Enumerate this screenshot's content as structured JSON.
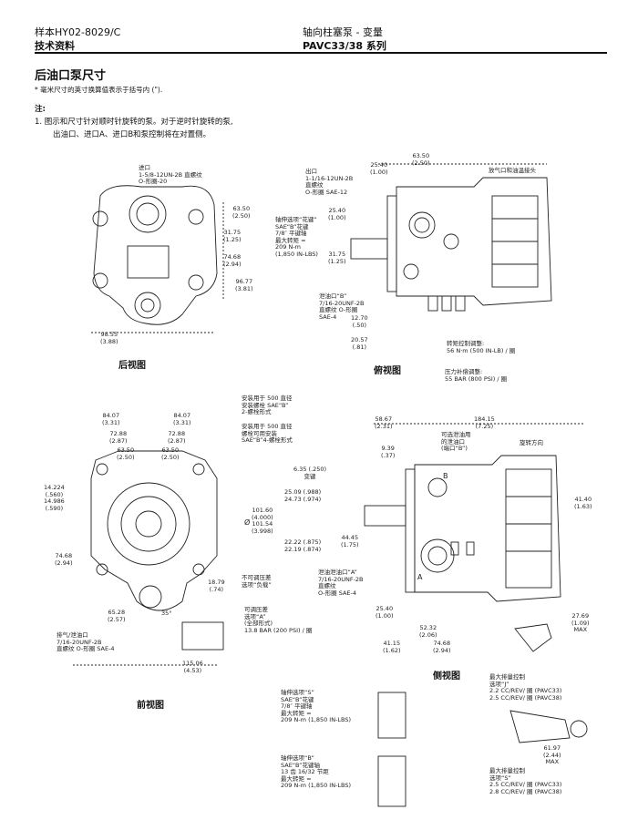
{
  "header": {
    "doc_no": "样本HY02-8029/C",
    "doc_type": "技术资料",
    "product": "轴向柱塞泵 - 变量",
    "series": "PAVC33/38 系列"
  },
  "section": {
    "title": "后油口泵尺寸",
    "subtitle": "* 毫米尺寸的英寸换算值表示于括号内 (\").",
    "note_heading": "注:",
    "note_line1": "1.  图示和尺寸针对顺时针旋转的泵。对于逆时针旋转的泵,",
    "note_line2": "出油口、进口A、进口B和泵控制将在对置侧。"
  },
  "views": {
    "rear": "后视图",
    "top": "俯视图",
    "front": "前视图",
    "side": "侧视图"
  },
  "labels": {
    "rear_inlet": "进口\n1-5/8-12UN-2B 直螺纹\nO-形圈-20",
    "rear_outlet": "出口\n1-1/16-12UN-2B\n直螺纹\nO-形圈 SAE-12",
    "air_bleed": "放气口和油温接头",
    "shaft_opt_spline": "轴伸选项“花键”\nSAE“B”花键\n7/8″ 平键轴\n最大转矩 =\n209 N-m\n(1,850 IN-LBS)",
    "case_drain_B_top": "泄油口“B”\n7/16-20UNF-2B\n直螺纹 O-形圈\nSAE-4",
    "torque_control": "转矩控制调整:\n56 N·m (500 IN-LB) / 圈",
    "pressure_comp": "压力补偿调整:\n55 BAR (800 PSI) / 圈",
    "mount_500_2bolt": "安装用于 500 直径\n安装螺栓 SAE“B”\n2-螺栓形式",
    "mount_500_4bolt": "安装用于 500 直径\n螺栓可用安装\nSAE“B”4-螺栓形式",
    "front_vent": "排气/泄油口\n7/16-20UNF-2B\n直螺纹 O-形圈 SAE-4",
    "load_sense": "不可调压差\n选项“负载”",
    "adjustable": "可调压差\n选项“A”\n(全部形式)\n13.8 BAR (200 PSI) / 圈",
    "case_drain_A": "泄油泄油口“A”\n7/16-20UNF-2B\n直螺纹\nO-形圈 SAE-4",
    "adjustable_port_b": "可选泄油用\n的泄油口\n(端口“B”)",
    "rotation": "旋转方向",
    "shaft_s": "轴伸选项“S”\nSAE“B”花键\n7/8″ 平键轴\n最大转矩 =\n209 N-m (1,850 IN-LBS)",
    "shaft_b": "轴伸选项“B”\nSAE“B”花键轴\n13 齿 16/32 节距\n最大转矩 =\n209 N-m (1,850 IN-LBS)",
    "max_disp_j": "最大排量控制\n选项“J”\n2.2 CC/REV/ 圈 (PAVC33)\n2.5 CC/REV/ 圈 (PAVC38)",
    "max_disp_s": "最大排量控制\n选项“S”\n2.5 CC/REV/ 圈 (PAVC33)\n2.8 CC/REV/ 圈 (PAVC38)",
    "port_a_letter": "A",
    "port_b_letter": "B"
  },
  "dims": {
    "r1": "63.50\n(2.50)",
    "r2": "31.75\n(1.25)",
    "r3": "74.68\n(2.94)",
    "r4": "96.77\n(3.81)",
    "r5": "98.55\n(3.88)",
    "t1": "63.50\n(2.50)",
    "t2": "25.40\n(1.00)",
    "t3": "25.40\n(1.00)",
    "t4": "31.75\n(1.25)",
    "t5": "12.70\n(.50)",
    "t6": "20.57\n(.81)",
    "f1": "84.07\n(3.31)",
    "f2": "84.07\n(3.31)",
    "f3": "72.88\n(2.87)",
    "f4": "72.88\n(2.87)",
    "f5": "63.50\n(2.50)",
    "f6": "63.50\n(2.50)",
    "f7": "14.224\n(.560)\n14.986\n(.590)",
    "f8": "74.68\n(2.94)",
    "f9": "18.79\n(.74)",
    "f10": "65.28\n(2.57)",
    "f11": "35°",
    "f12": "115.06\n(4.53)",
    "s1": "58.67\n(2.31)",
    "s2": "184.15\n(7.25)",
    "s3": "9.39\n(.37)",
    "s4": "6.35 (.250)\n变键",
    "s5": "25.09 (.988)\n24.73 (.974)",
    "s6": "101.60\n(4.000)\n101.54\n(3.998)",
    "s7": "22.22 (.875)\n22.19 (.874)",
    "s8": "44.45\n(1.75)",
    "s9": "41.40\n(1.63)",
    "s10": "25.40\n(1.00)",
    "s11": "52.32\n(2.06)",
    "s12": "74.68\n(2.94)",
    "s13": "41.15\n(1.62)",
    "s14": "27.69\n(1.09)\nMAX",
    "s15": "61.97\n(2.44)\nMAX",
    "dia": "Ø"
  }
}
